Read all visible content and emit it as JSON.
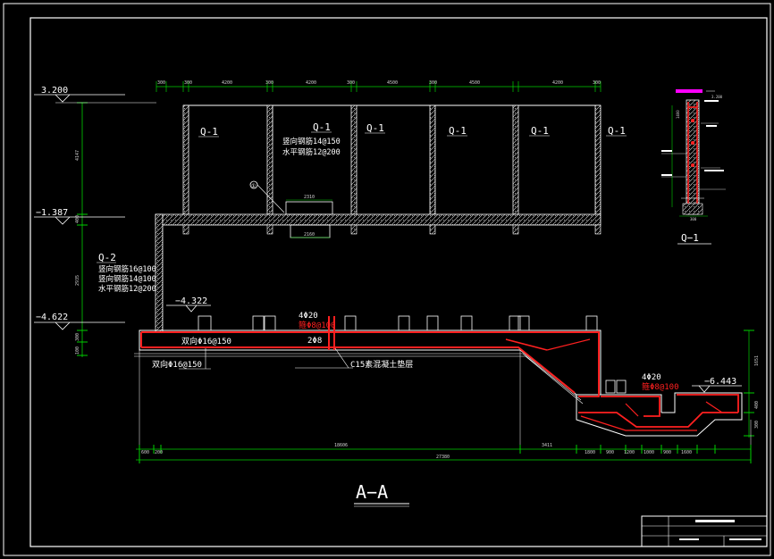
{
  "elevations": {
    "e1": "3.200",
    "e2": "−1.387",
    "e3": "−4.622",
    "e4": "−4.322",
    "e5": "−6.443"
  },
  "wall_labels": {
    "q1": "Q-1",
    "q2": "Q-2"
  },
  "q1_note": {
    "line1": "竖向钢筋14@150",
    "line2": "水平钢筋12@200"
  },
  "q2_note": {
    "line1": "竖向钢筋16@100",
    "line2": "竖向钢筋14@100",
    "line3": "水平钢筋12@200"
  },
  "slab": {
    "bar_top": "4Φ20",
    "stirrup": "箍Φ8@100",
    "bar_mid": "2Φ8",
    "rebar_a": "双向Φ16@150",
    "rebar_b": "双向Φ16@150",
    "cushion": "C15素混凝土垫层"
  },
  "pit": {
    "bar_top": "4Φ20",
    "stirrup": "箍Φ8@100"
  },
  "detail": {
    "title": "Q−1",
    "marker": "①"
  },
  "section_title": "A−A",
  "dims": {
    "top": [
      "300",
      "4200",
      "300",
      "4200",
      "300",
      "4500",
      "300",
      "4500",
      "300",
      "4200",
      "300"
    ],
    "total": "27380",
    "b1": "18606",
    "b2": "3411",
    "opening1": "2310",
    "opening2": "2160"
  },
  "colors": {
    "background": "#000000",
    "lines": "#ffffff",
    "dimension": "#00d000",
    "rebar": "#ff2020",
    "highlight": "#ff00ff"
  }
}
